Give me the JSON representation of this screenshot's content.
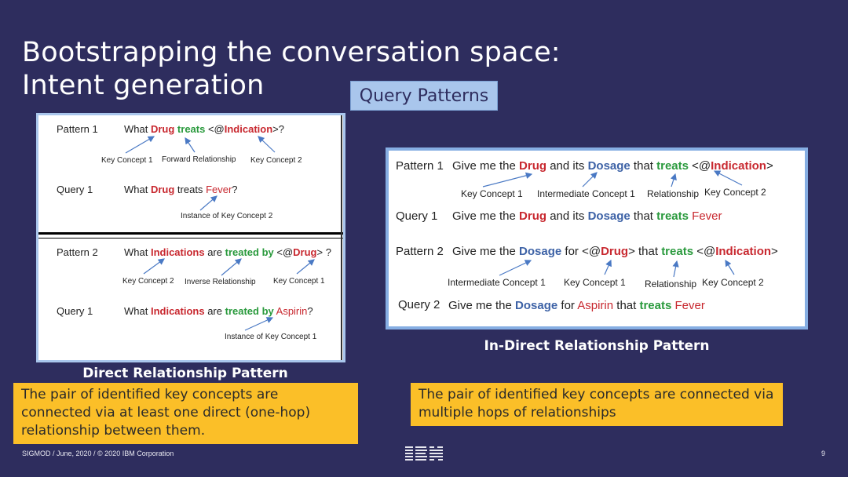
{
  "title": {
    "line1": "Bootstrapping the conversation space:",
    "line2": "Intent generation"
  },
  "query_patterns_label": "Query Patterns",
  "direct": {
    "p1": {
      "label": "Pattern 1",
      "w1": "What ",
      "w2": "Drug",
      "w3": " treats",
      "w4": " <@",
      "w5": "Indication",
      "w6": ">?"
    },
    "p1_ann": {
      "a": "Key Concept 1",
      "b": "Forward Relationship",
      "c": "Key Concept 2"
    },
    "q1": {
      "label": "Query 1",
      "w1": "What ",
      "w2": "Drug",
      "w3": " treats ",
      "w4": "Fever",
      "w5": "?"
    },
    "q1_ann": "Instance of Key Concept 2",
    "p2": {
      "label": "Pattern 2",
      "w1": "What ",
      "w2": "Indications",
      "w3": " are ",
      "w4": "treated by",
      "w5": "  <@",
      "w6": "Drug",
      "w7": "> ?"
    },
    "p2_ann": {
      "a": "Key Concept 2",
      "b": "Inverse Relationship",
      "c": "Key Concept 1"
    },
    "q2": {
      "label": "Query 1",
      "w1": "What ",
      "w2": "Indications",
      "w3": " are ",
      "w4": "treated by",
      "w5": " Aspirin",
      "w6": "?"
    },
    "q2_ann": "Instance of Key Concept 1",
    "caption": "Direct Relationship Pattern",
    "note": "The pair of identified key concepts are connected via at least one direct (one-hop) relationship between them."
  },
  "indirect": {
    "p1": {
      "label": "Pattern 1",
      "w1": "Give me the ",
      "w2": "Drug",
      "w3": " and its ",
      "w4": "Dosage",
      "w5": " that ",
      "w6": "treats",
      "w7": " <@",
      "w8": "Indication",
      "w9": ">"
    },
    "p1_ann": {
      "a": "Key Concept 1",
      "b": "Intermediate Concept 1",
      "c": "Relationship",
      "d": "Key Concept 2"
    },
    "q1": {
      "label": "Query 1",
      "w1": "Give me the ",
      "w2": "Drug",
      "w3": " and its ",
      "w4": "Dosage",
      "w5": " that ",
      "w6": "treats",
      "w7": " Fever"
    },
    "p2": {
      "label": "Pattern 2",
      "w1": "Give me the ",
      "w2": "Dosage",
      "w3": " for <@",
      "w4": "Drug",
      "w5": "> that ",
      "w6": "treats",
      "w7": " <@",
      "w8": "Indication",
      "w9": ">"
    },
    "p2_ann": {
      "a": "Intermediate Concept 1",
      "b": "Key Concept 1",
      "c": "Relationship",
      "d": "Key Concept 2"
    },
    "q2": {
      "label": "Query 2",
      "w1": "Give me the ",
      "w2": "Dosage",
      "w3": "  for ",
      "w4": "Aspirin",
      "w5": " that ",
      "w6": "treats",
      "w7": " Fever"
    },
    "caption": "In-Direct Relationship Pattern",
    "note": "The pair of identified key concepts are connected via multiple hops of relationships"
  },
  "footer": "SIGMOD / June, 2020 / © 2020 IBM Corporation",
  "logo": "IBM",
  "page_number": "9",
  "colors": {
    "background": "#2e2d5e",
    "concept_red": "#c8282f",
    "relation_green": "#2a9a3d",
    "intermediate_blue": "#3d62a6",
    "note_yellow": "#fbbf28"
  }
}
